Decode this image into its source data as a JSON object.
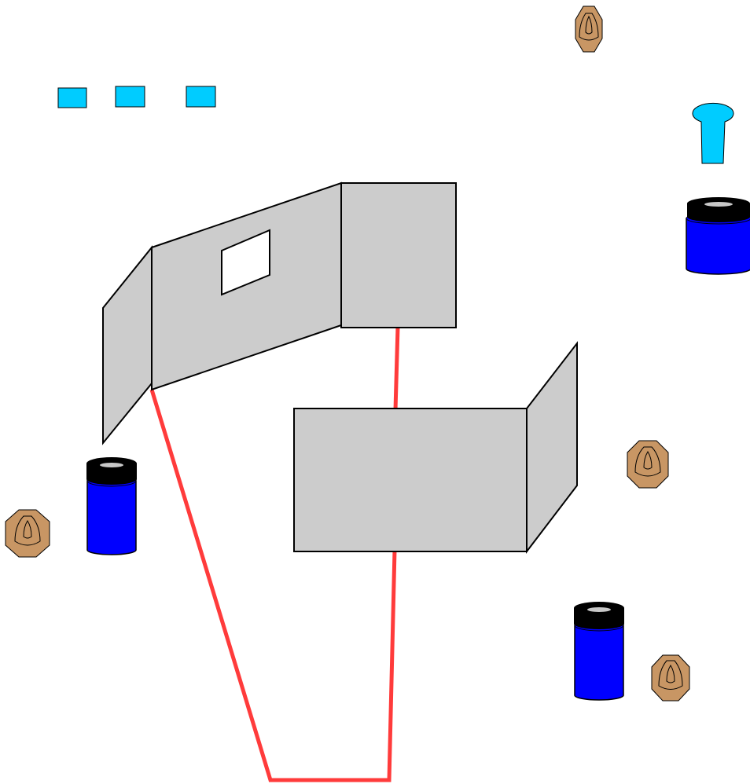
{
  "colors": {
    "background": "#ffffff",
    "wall_fill": "#cccccc",
    "outline": "#000000",
    "route_line": "#ff3b3b",
    "barrel_body": "#0000ff",
    "barrel_lid": "#000000",
    "barrel_lid_highlight": "#c8c8c8",
    "target_fill": "#c89664",
    "cyan_marker": "#00ccff"
  },
  "icons": {
    "steel_target": "steel-target-icon",
    "barrel": "barrel-icon",
    "tall_marker": "cyan-tall-marker-icon",
    "small_marker": "cyan-small-marker-icon"
  },
  "counts": {
    "steel_targets": 4,
    "barrels": 3,
    "small_cyan_markers": 3,
    "tall_cyan_markers": 1,
    "walls": 2
  }
}
